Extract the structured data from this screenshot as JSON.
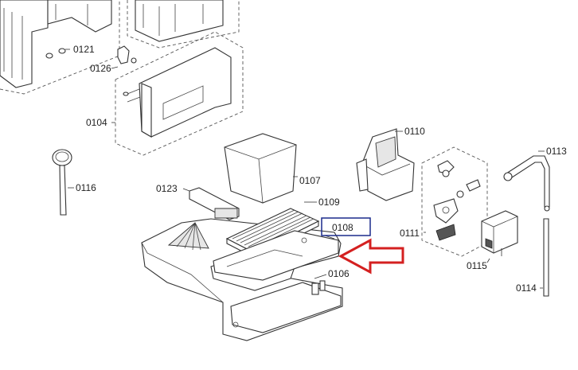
{
  "labels": {
    "p0121": "0121",
    "p0126": "0126",
    "p0104": "0104",
    "p0116": "0116",
    "p0123": "0123",
    "p0107": "0107",
    "p0109": "0109",
    "p0108": "0108",
    "p0106": "0106",
    "p0110": "0110",
    "p0111": "0111",
    "p0113": "0113",
    "p0115": "0115",
    "p0114": "0114"
  },
  "colors": {
    "highlight_box": "#1a2a8c",
    "arrow": "#d42020",
    "line": "#333333"
  },
  "icons": {
    "pointer": "red-outline-arrow-left"
  }
}
